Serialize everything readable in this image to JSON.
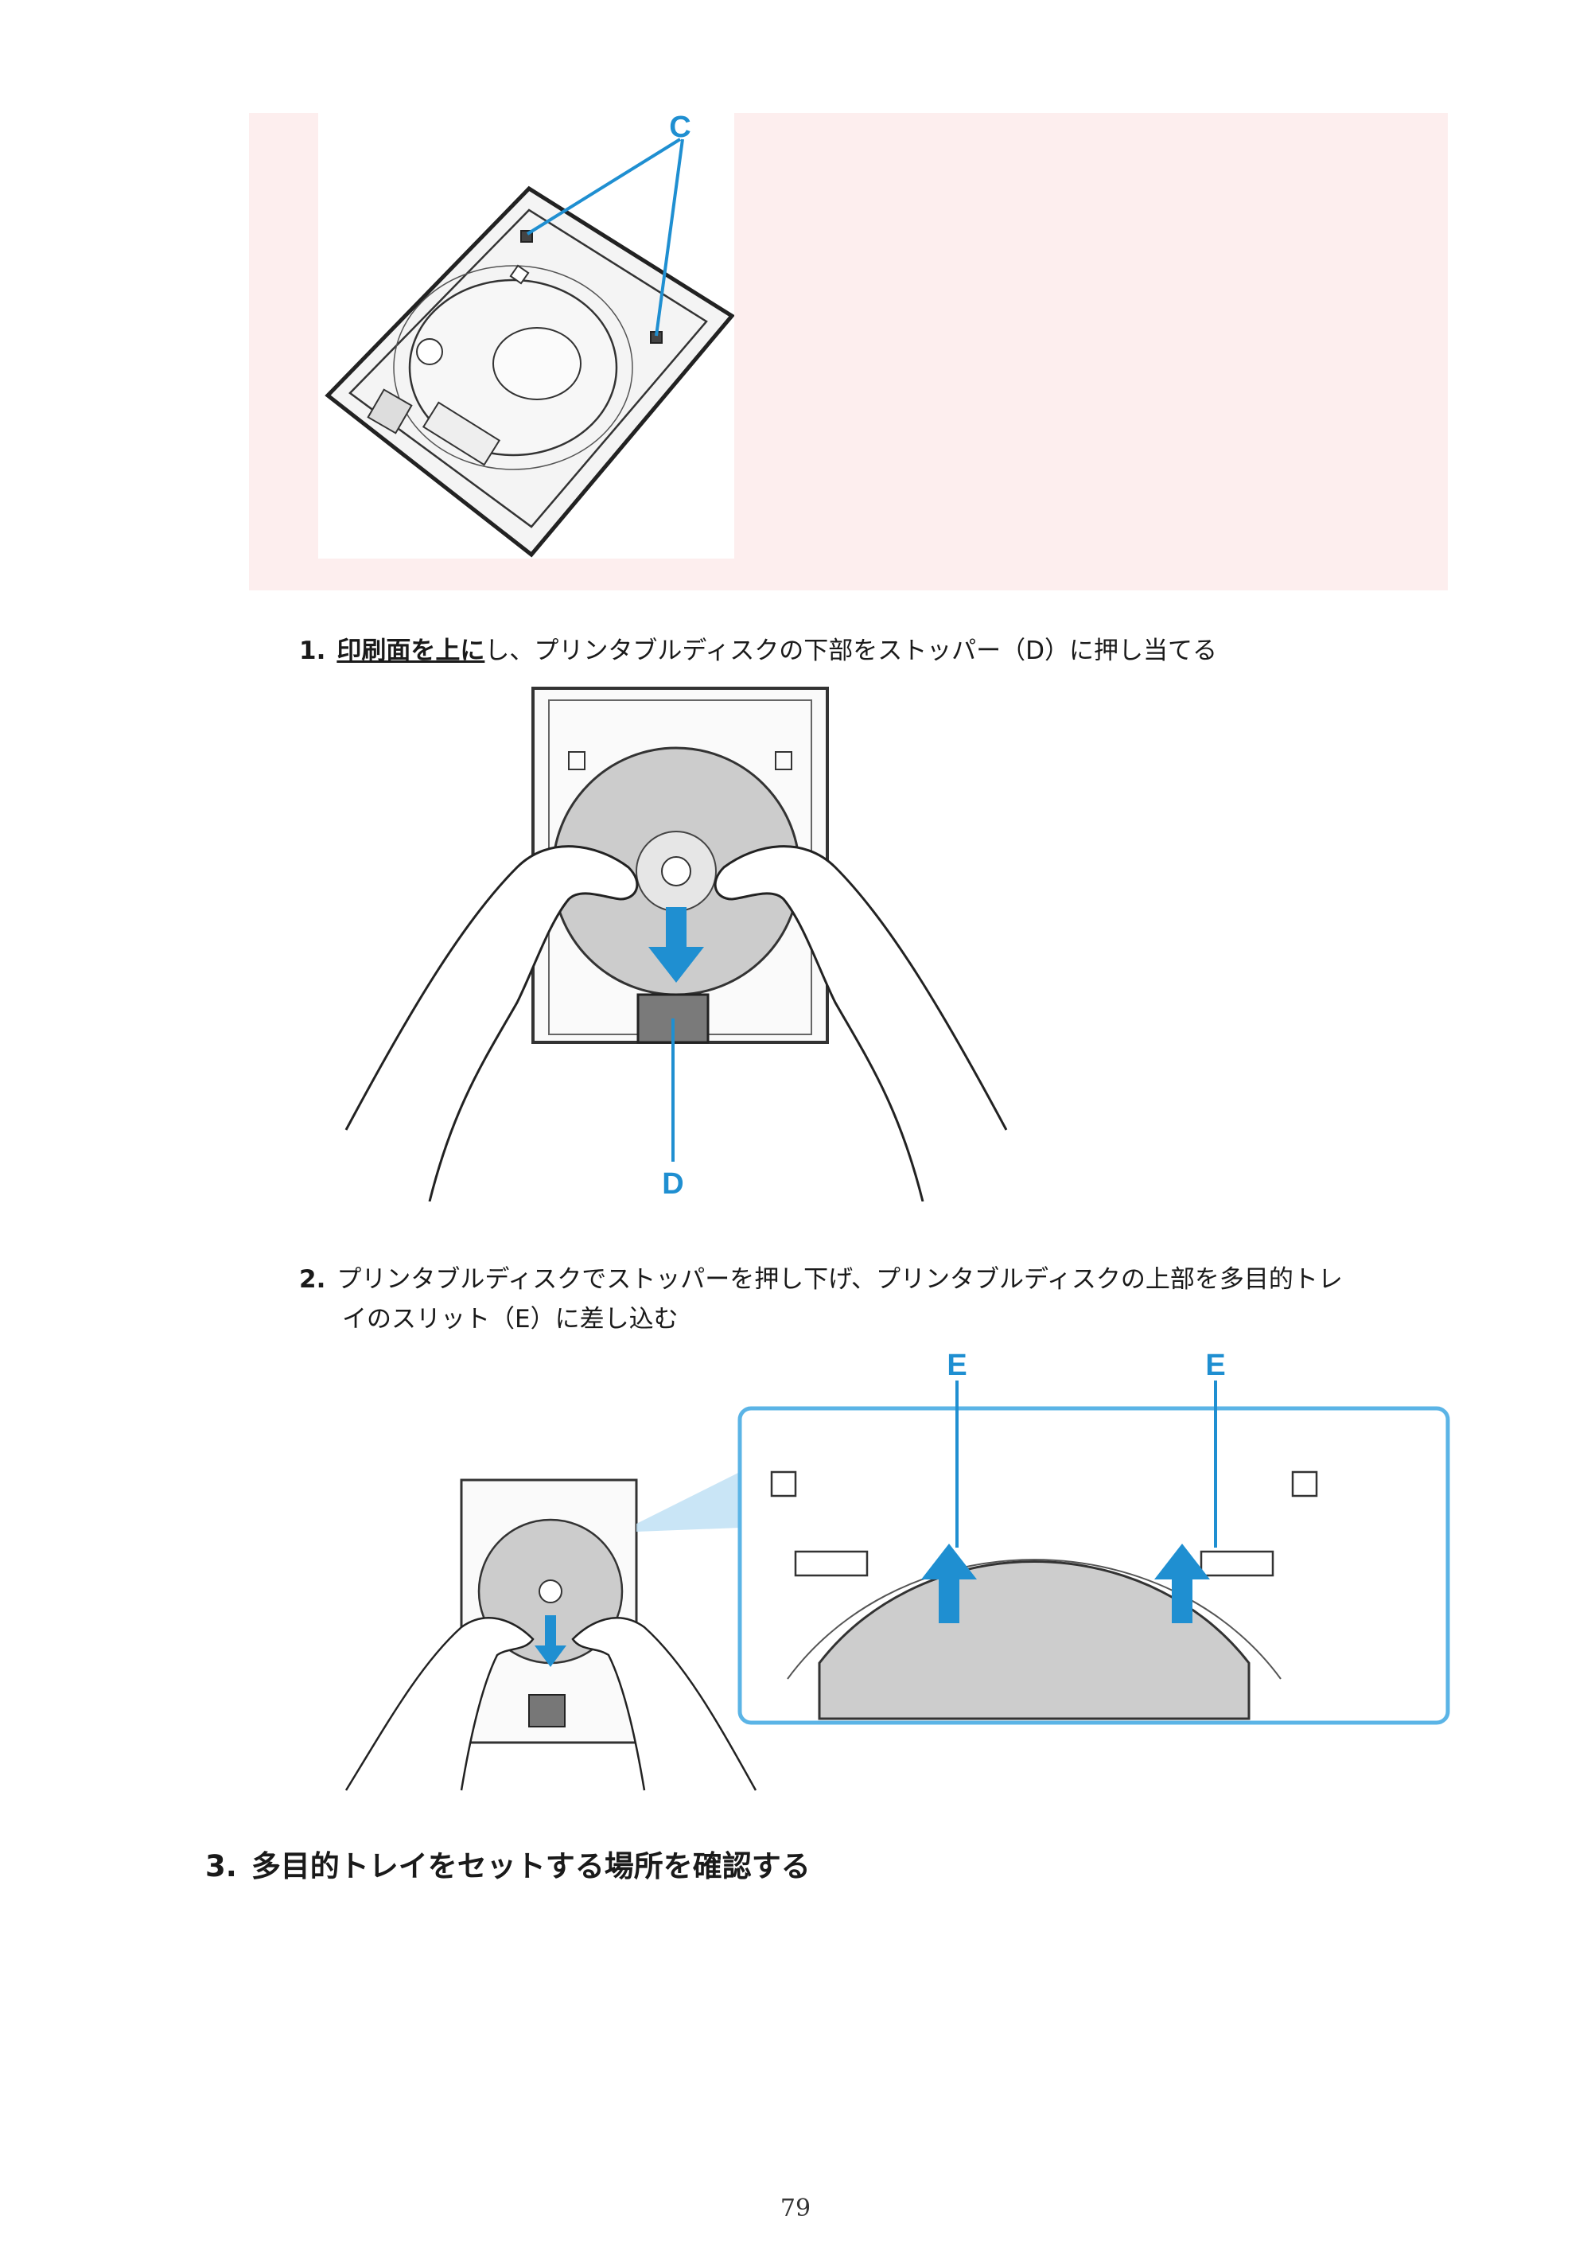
{
  "figure_tray": {
    "callout_label": "C"
  },
  "step1": {
    "number": "1.",
    "emphasis": "印刷面を上に",
    "text": "し、プリンタブルディスクの下部をストッパー（D）に押し当てる"
  },
  "figure_stopper": {
    "callout_label": "D"
  },
  "step2": {
    "number": "2.",
    "line1": "プリンタブルディスクでストッパーを押し下げ、プリンタブルディスクの上部を多目的トレ",
    "line2": "イのスリット（E）に差し込む"
  },
  "figure_slit": {
    "callout_label_left": "E",
    "callout_label_right": "E"
  },
  "section3": {
    "number": "3.",
    "title": "多目的トレイをセットする場所を確認する"
  },
  "page_number": "79",
  "colors": {
    "callout_blue": "#1f8fd1",
    "highlight_pink": "#fdeeee",
    "zoom_frame": "#5bb4e6"
  }
}
